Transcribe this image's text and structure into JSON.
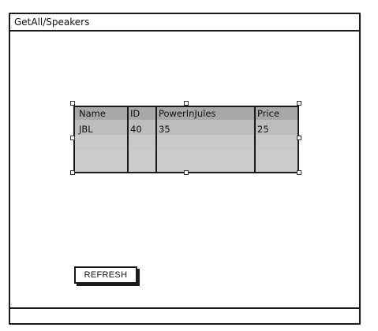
{
  "window": {
    "title": "GetAll/Speakers"
  },
  "table": {
    "columns": [
      "Name",
      "ID",
      "PowerInJules",
      "Price"
    ],
    "rows": [
      [
        "JBL",
        "40",
        "35",
        "25"
      ]
    ]
  },
  "actions": {
    "refresh_label": "REFRESH"
  }
}
